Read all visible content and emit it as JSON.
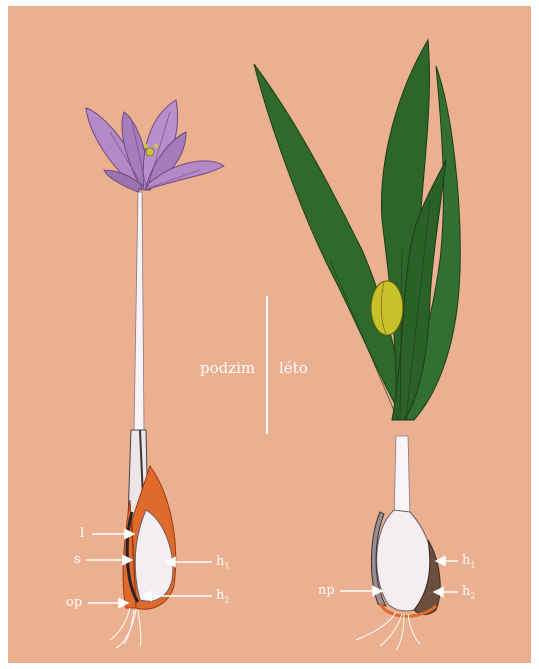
{
  "seasons": {
    "left": "podzim",
    "right": "léto"
  },
  "labels": {
    "l": "l",
    "s": "s",
    "op": "op",
    "h1_left_base": "h",
    "h1_left_sub": "1",
    "h2_left_base": "h",
    "h2_left_sub": "2",
    "np": "np",
    "h1_right_base": "h",
    "h1_right_sub": "1",
    "h2_right_base": "h",
    "h2_right_sub": "2"
  },
  "colors": {
    "background": "#ebb08f",
    "flower": "#b389c7",
    "flower_stroke": "#6e4a7e",
    "leaf": "#2f6a2c",
    "leaf_stroke": "#1c3d1a",
    "seed_capsule": "#c8c22a",
    "stem": "#ffffff",
    "tunic": "#e06a2c",
    "corm": "#f4eef3",
    "text": "#ffffff"
  },
  "icons": [
    "autumn-crocus-illustration",
    "summer-plant-illustration",
    "arrow"
  ]
}
